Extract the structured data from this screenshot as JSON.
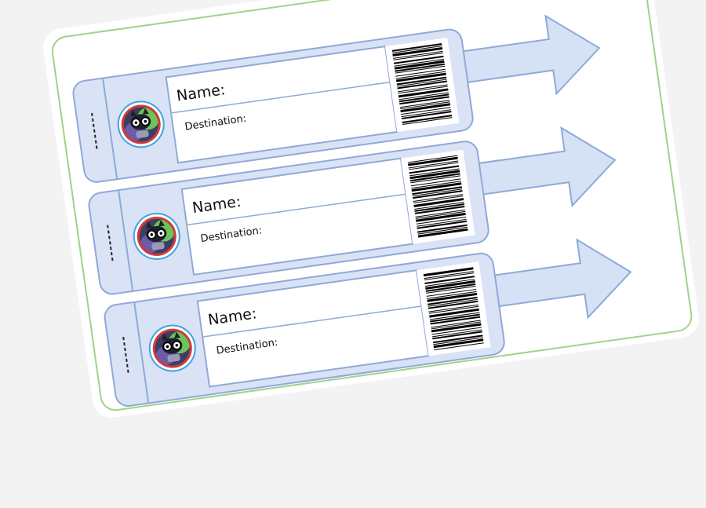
{
  "tickets": [
    {
      "name_label": "Name:",
      "destination_label": "Destination:"
    },
    {
      "name_label": "Name:",
      "destination_label": "Destination:"
    },
    {
      "name_label": "Name:",
      "destination_label": "Destination:"
    }
  ],
  "colors": {
    "ticket_fill": "#d9e3f5",
    "ticket_stroke": "#8fa9d8",
    "arrow_fill": "#d5e1f4",
    "sheet_border": "#9fd38a",
    "badge_ring_outer": "#d23a3a",
    "badge_ring_inner": "#3da5e0"
  },
  "icons": {
    "badge": "cat-with-glasses-icon",
    "barcode": "barcode-icon"
  }
}
